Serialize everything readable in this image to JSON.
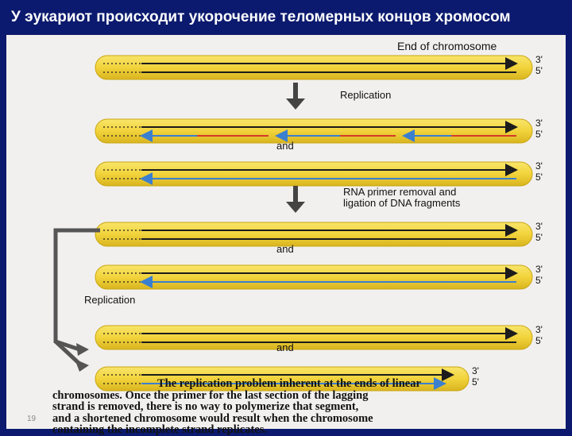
{
  "title": "У эукариот происходит укорочение теломерных концов хромосом",
  "labels": {
    "end_of_chromosome": "End of chromosome",
    "replication": "Replication",
    "and": "and",
    "rna_primer_line1": "RNA primer removal and",
    "rna_primer_line2": "ligation of DNA fragments",
    "three_prime": "3'",
    "five_prime": "5'"
  },
  "caption": [
    "The replication problem inherent at the ends of linear",
    "chromosomes. Once the primer for the last section of the lagging",
    "strand is removed, there is no way to polymerize that segment,",
    "and a shortened chromosome would result when the chromosome",
    "containing the incomplete strand replicates."
  ],
  "page_number": "19",
  "colors": {
    "background": "#0b1a6e",
    "chromosome": "#f2d33b",
    "old_strand": "#1c1c1c",
    "new_strand": "#3b7fcf",
    "primer": "#d43a2a",
    "arrow": "#444444"
  }
}
